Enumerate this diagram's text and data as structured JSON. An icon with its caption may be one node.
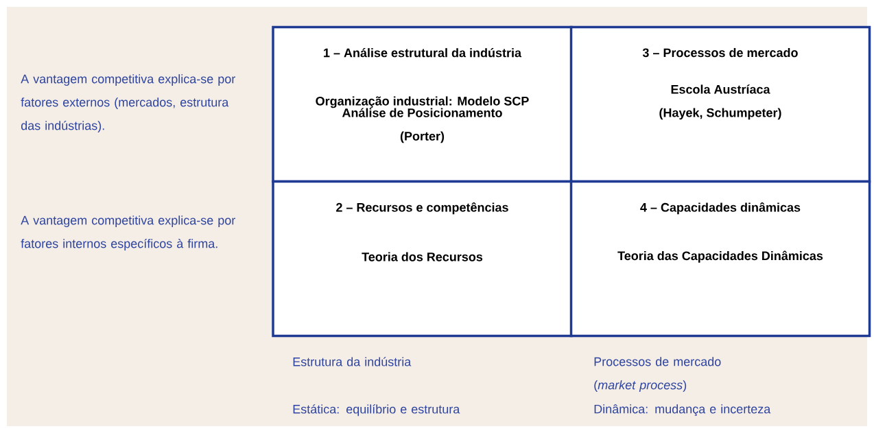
{
  "diagram": {
    "nodes": [
      {
        "text": [
          "1 – Análise estrutural da indústria",
          "Organização industrial: Modelo SCP",
          "Análise de Posicionamento (Porter)"
        ]
      },
      {
        "text": [
          "3 – Processos de mercado",
          "Escola Austríaca (Hayek, Schumpeter)"
        ]
      },
      {
        "text": [
          "2 – Recursos e competências",
          "Teoria dos Recursos"
        ]
      },
      {
        "text": [
          "4 – Capacidades dinâmicas",
          "Teoria das Capacidades Dinâmicas"
        ]
      }
    ],
    "labels": [
      "A vantagem competitiva explica-se por fatores externos (mercados, estrutura das indústrias).",
      "A vantagem competitiva explica-se por fatores internos específicos à firma.",
      "Estrutura da indústria",
      "Processos de mercado (*market process*)",
      "Estática: equilíbrio e estrutura",
      "Dinâmica: mudança e incerteza"
    ]
  }
}
